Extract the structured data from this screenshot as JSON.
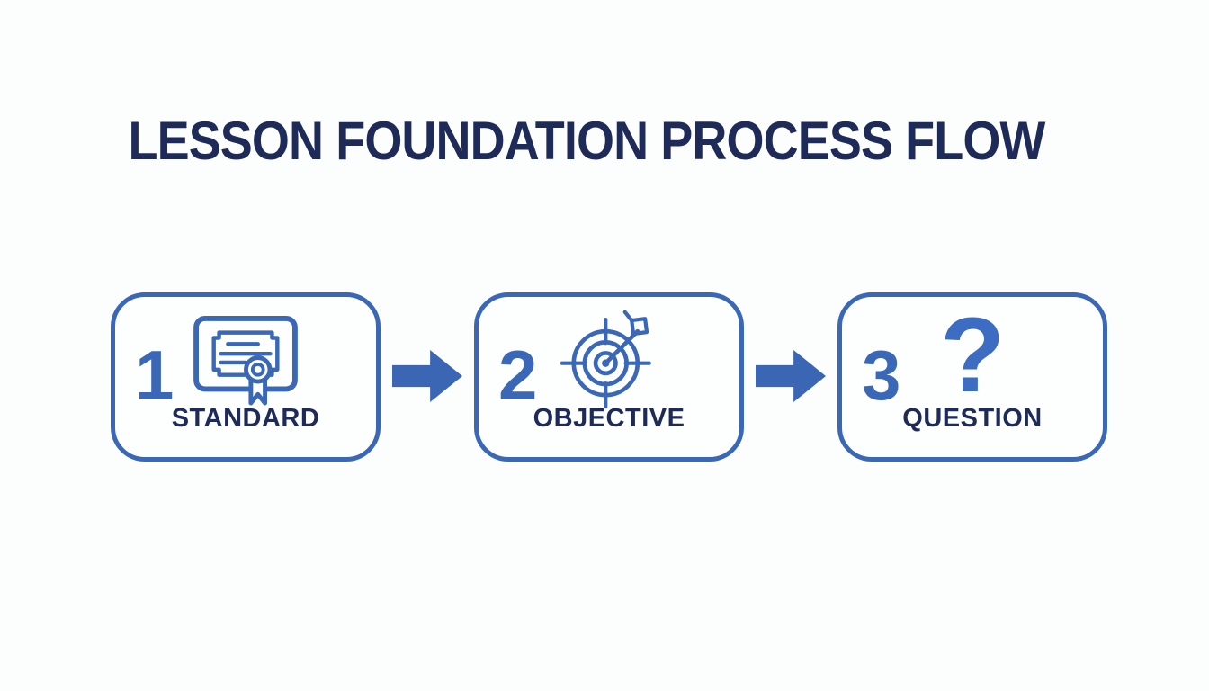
{
  "title": "LESSON FOUNDATION PROCESS FLOW",
  "colors": {
    "primary_blue": "#3a68b7",
    "arrow_blue": "#3a66b4",
    "question_blue": "#3d6cc3",
    "dark_navy": "#1e2b58",
    "background": "#fcfdfd"
  },
  "flow": {
    "connector": "solid-right-block-arrow",
    "steps": [
      {
        "number": "1",
        "label": "STANDARD",
        "icon": "certificate-icon"
      },
      {
        "number": "2",
        "label": "OBJECTIVE",
        "icon": "target-dart-icon"
      },
      {
        "number": "3",
        "label": "QUESTION",
        "icon": "question-mark-icon",
        "glyph": "?"
      }
    ]
  }
}
